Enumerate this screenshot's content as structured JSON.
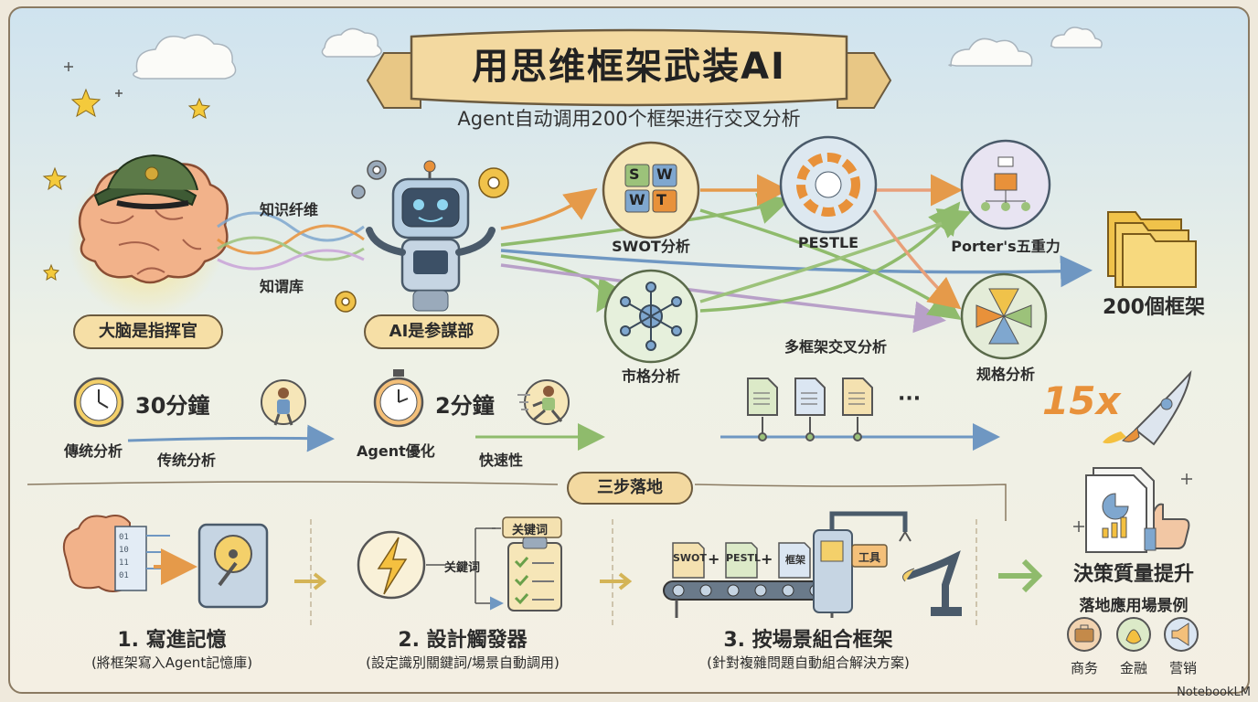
{
  "title": "用思维框架武装AI",
  "subtitle": "Agent自动调用200个框架进行交叉分析",
  "left": {
    "brain_label": "大脑是指挥官",
    "ai_label": "AI是参謀部",
    "flow_top": "知识纤维",
    "flow_bottom": "知谓库"
  },
  "frameworks": {
    "swot": "SWOT分析",
    "swot_letters": [
      "S",
      "W",
      "W",
      "T"
    ],
    "pestle": "PESTLE",
    "porter": "Porter's五重力",
    "market": "市格分析",
    "spec": "规格分析",
    "cross": "多框架交叉分析",
    "count": "200個框架"
  },
  "speed": {
    "trad_time": "30分鐘",
    "trad_label_a": "傳统分析",
    "trad_label_b": "传统分析",
    "agent_time": "2分鐘",
    "agent_label_a": "Agent優化",
    "agent_label_b": "快速性",
    "multiplier": "15x",
    "ellipsis": "···"
  },
  "steps": {
    "header": "三步落地",
    "s1_title": "1. 寫進記憶",
    "s1_sub": "(將框架寫入Agent記憶庫)",
    "s2_title": "2. 設計觸發器",
    "s2_sub": "(設定識別關鍵詞/場景自動調用)",
    "s2_kw_top": "关键词",
    "s2_kw_mid": "关鍵词",
    "s3_title": "3. 按場景組合框架",
    "s3_sub": "(針對複雜問題自動組合解決方案)",
    "s3_items": [
      "SWOT",
      "PESTL",
      "框架"
    ],
    "s3_tool": "工具"
  },
  "outcome": {
    "title": "決策質量提升",
    "subtitle": "落地應用場景例",
    "items": [
      "商务",
      "金融",
      "营销"
    ]
  },
  "credit": "NotebookLM",
  "colors": {
    "background": "#efe9dc",
    "banner": "#f3d9a0",
    "accent_orange": "#e8913a",
    "accent_blue": "#7fa7cf",
    "accent_green": "#9cc27a"
  }
}
